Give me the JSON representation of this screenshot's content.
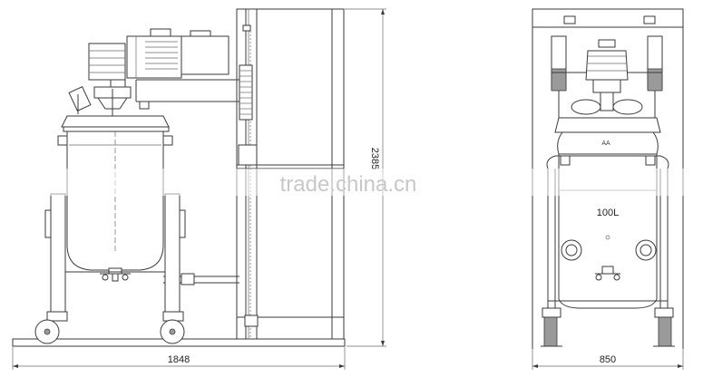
{
  "dimensions": {
    "side_width": "1848",
    "side_height": "2385",
    "front_width": "850"
  },
  "tank_label": "100L",
  "watermark": "trade.china.cn",
  "colors": {
    "line": "#3a3a3a",
    "watermark": "#c8c8c8"
  }
}
